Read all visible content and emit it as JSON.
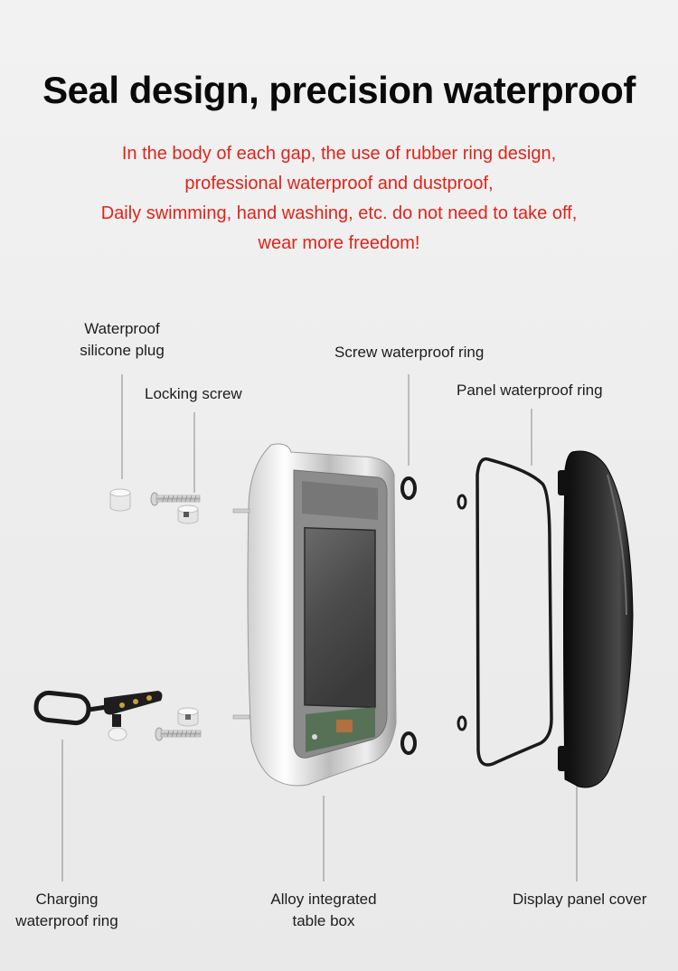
{
  "header": {
    "title": "Seal design, precision waterproof",
    "lines": [
      "In the body of each gap, the use of rubber ring design,",
      "professional waterproof and dustproof,",
      "Daily swimming, hand washing, etc. do not need to take off,",
      "wear more freedom!"
    ]
  },
  "labels": {
    "silicone_plug": [
      "Waterproof",
      "silicone plug"
    ],
    "locking_screw": "Locking screw",
    "screw_ring": "Screw waterproof ring",
    "panel_ring": "Panel waterproof ring",
    "charging_ring": [
      "Charging",
      "waterproof ring"
    ],
    "table_box": [
      "Alloy integrated",
      "table box"
    ],
    "panel_cover": "Display panel cover"
  },
  "colors": {
    "accent_text": "#e0231a",
    "title_text": "#0a0a0a"
  }
}
